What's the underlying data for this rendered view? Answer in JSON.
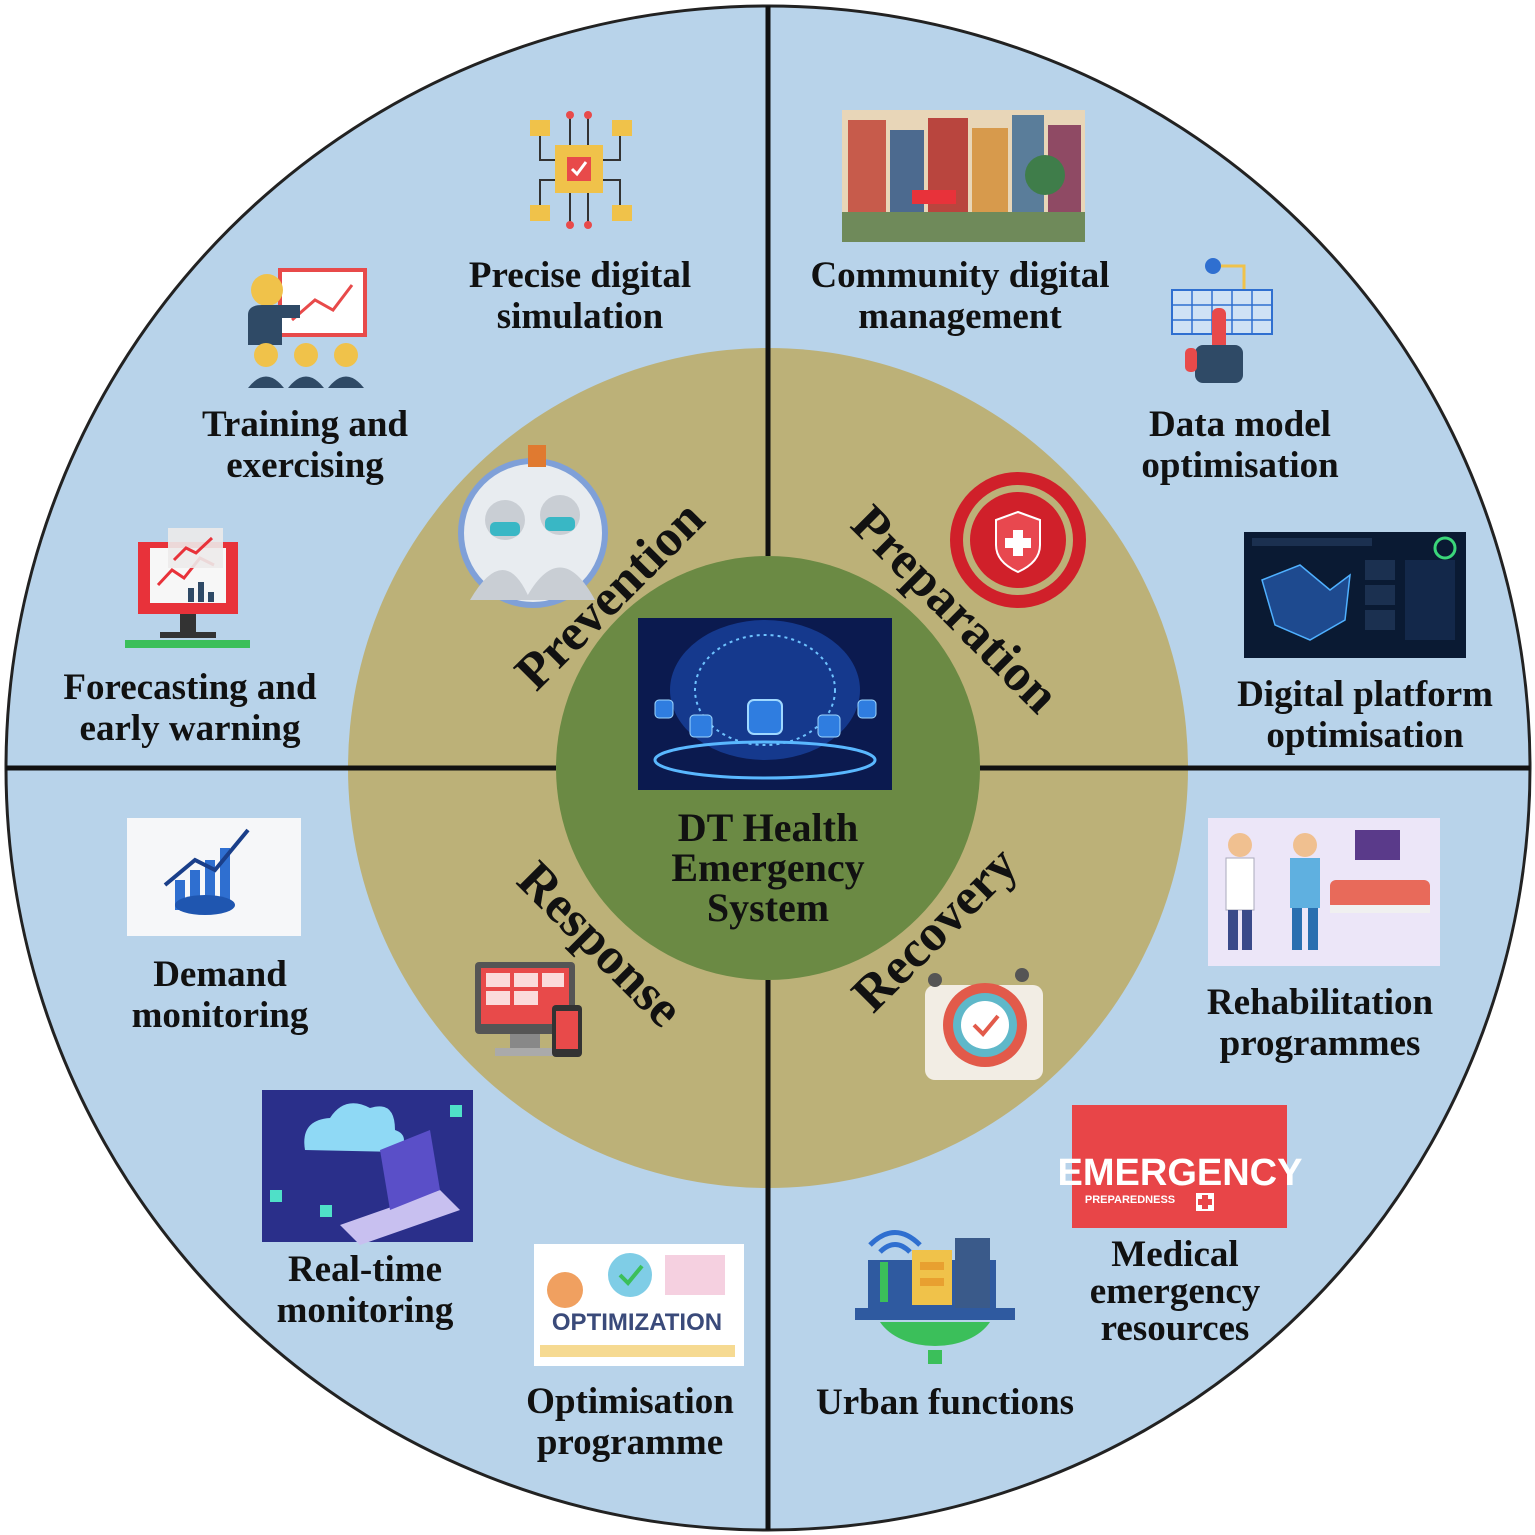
{
  "center": {
    "line1": "DT Health",
    "line2": "Emergency",
    "line3": "System"
  },
  "phases": {
    "prevention": "Prevention",
    "preparation": "Preparation",
    "response": "Response",
    "recovery": "Recovery"
  },
  "items": {
    "precise_sim": [
      "Precise digital",
      "simulation"
    ],
    "training": [
      "Training and",
      "exercising"
    ],
    "forecasting": [
      "Forecasting and",
      "early warning"
    ],
    "community": [
      "Community digital",
      "management"
    ],
    "data_model": [
      "Data model",
      "optimisation"
    ],
    "digital_platform": [
      "Digital platform",
      "optimisation"
    ],
    "demand": [
      "Demand",
      "monitoring"
    ],
    "realtime": [
      "Real-time",
      "monitoring"
    ],
    "optimisation_prog": [
      "Optimisation",
      "programme"
    ],
    "rehab": [
      "Rehabilitation",
      "programmes"
    ],
    "medical": [
      "Medical",
      "emergency",
      "resources"
    ],
    "urban": [
      "Urban functions"
    ]
  },
  "image_text": {
    "emergency": "EMERGENCY",
    "preparedness": "PREPAREDNESS",
    "optimization": "OPTIMIZATION"
  },
  "colors": {
    "outer_ring": "#b8d3ea",
    "middle_ring": "#bcb178",
    "core": "#6b8a44",
    "divider": "#111111",
    "accent_red": "#d0202a"
  }
}
